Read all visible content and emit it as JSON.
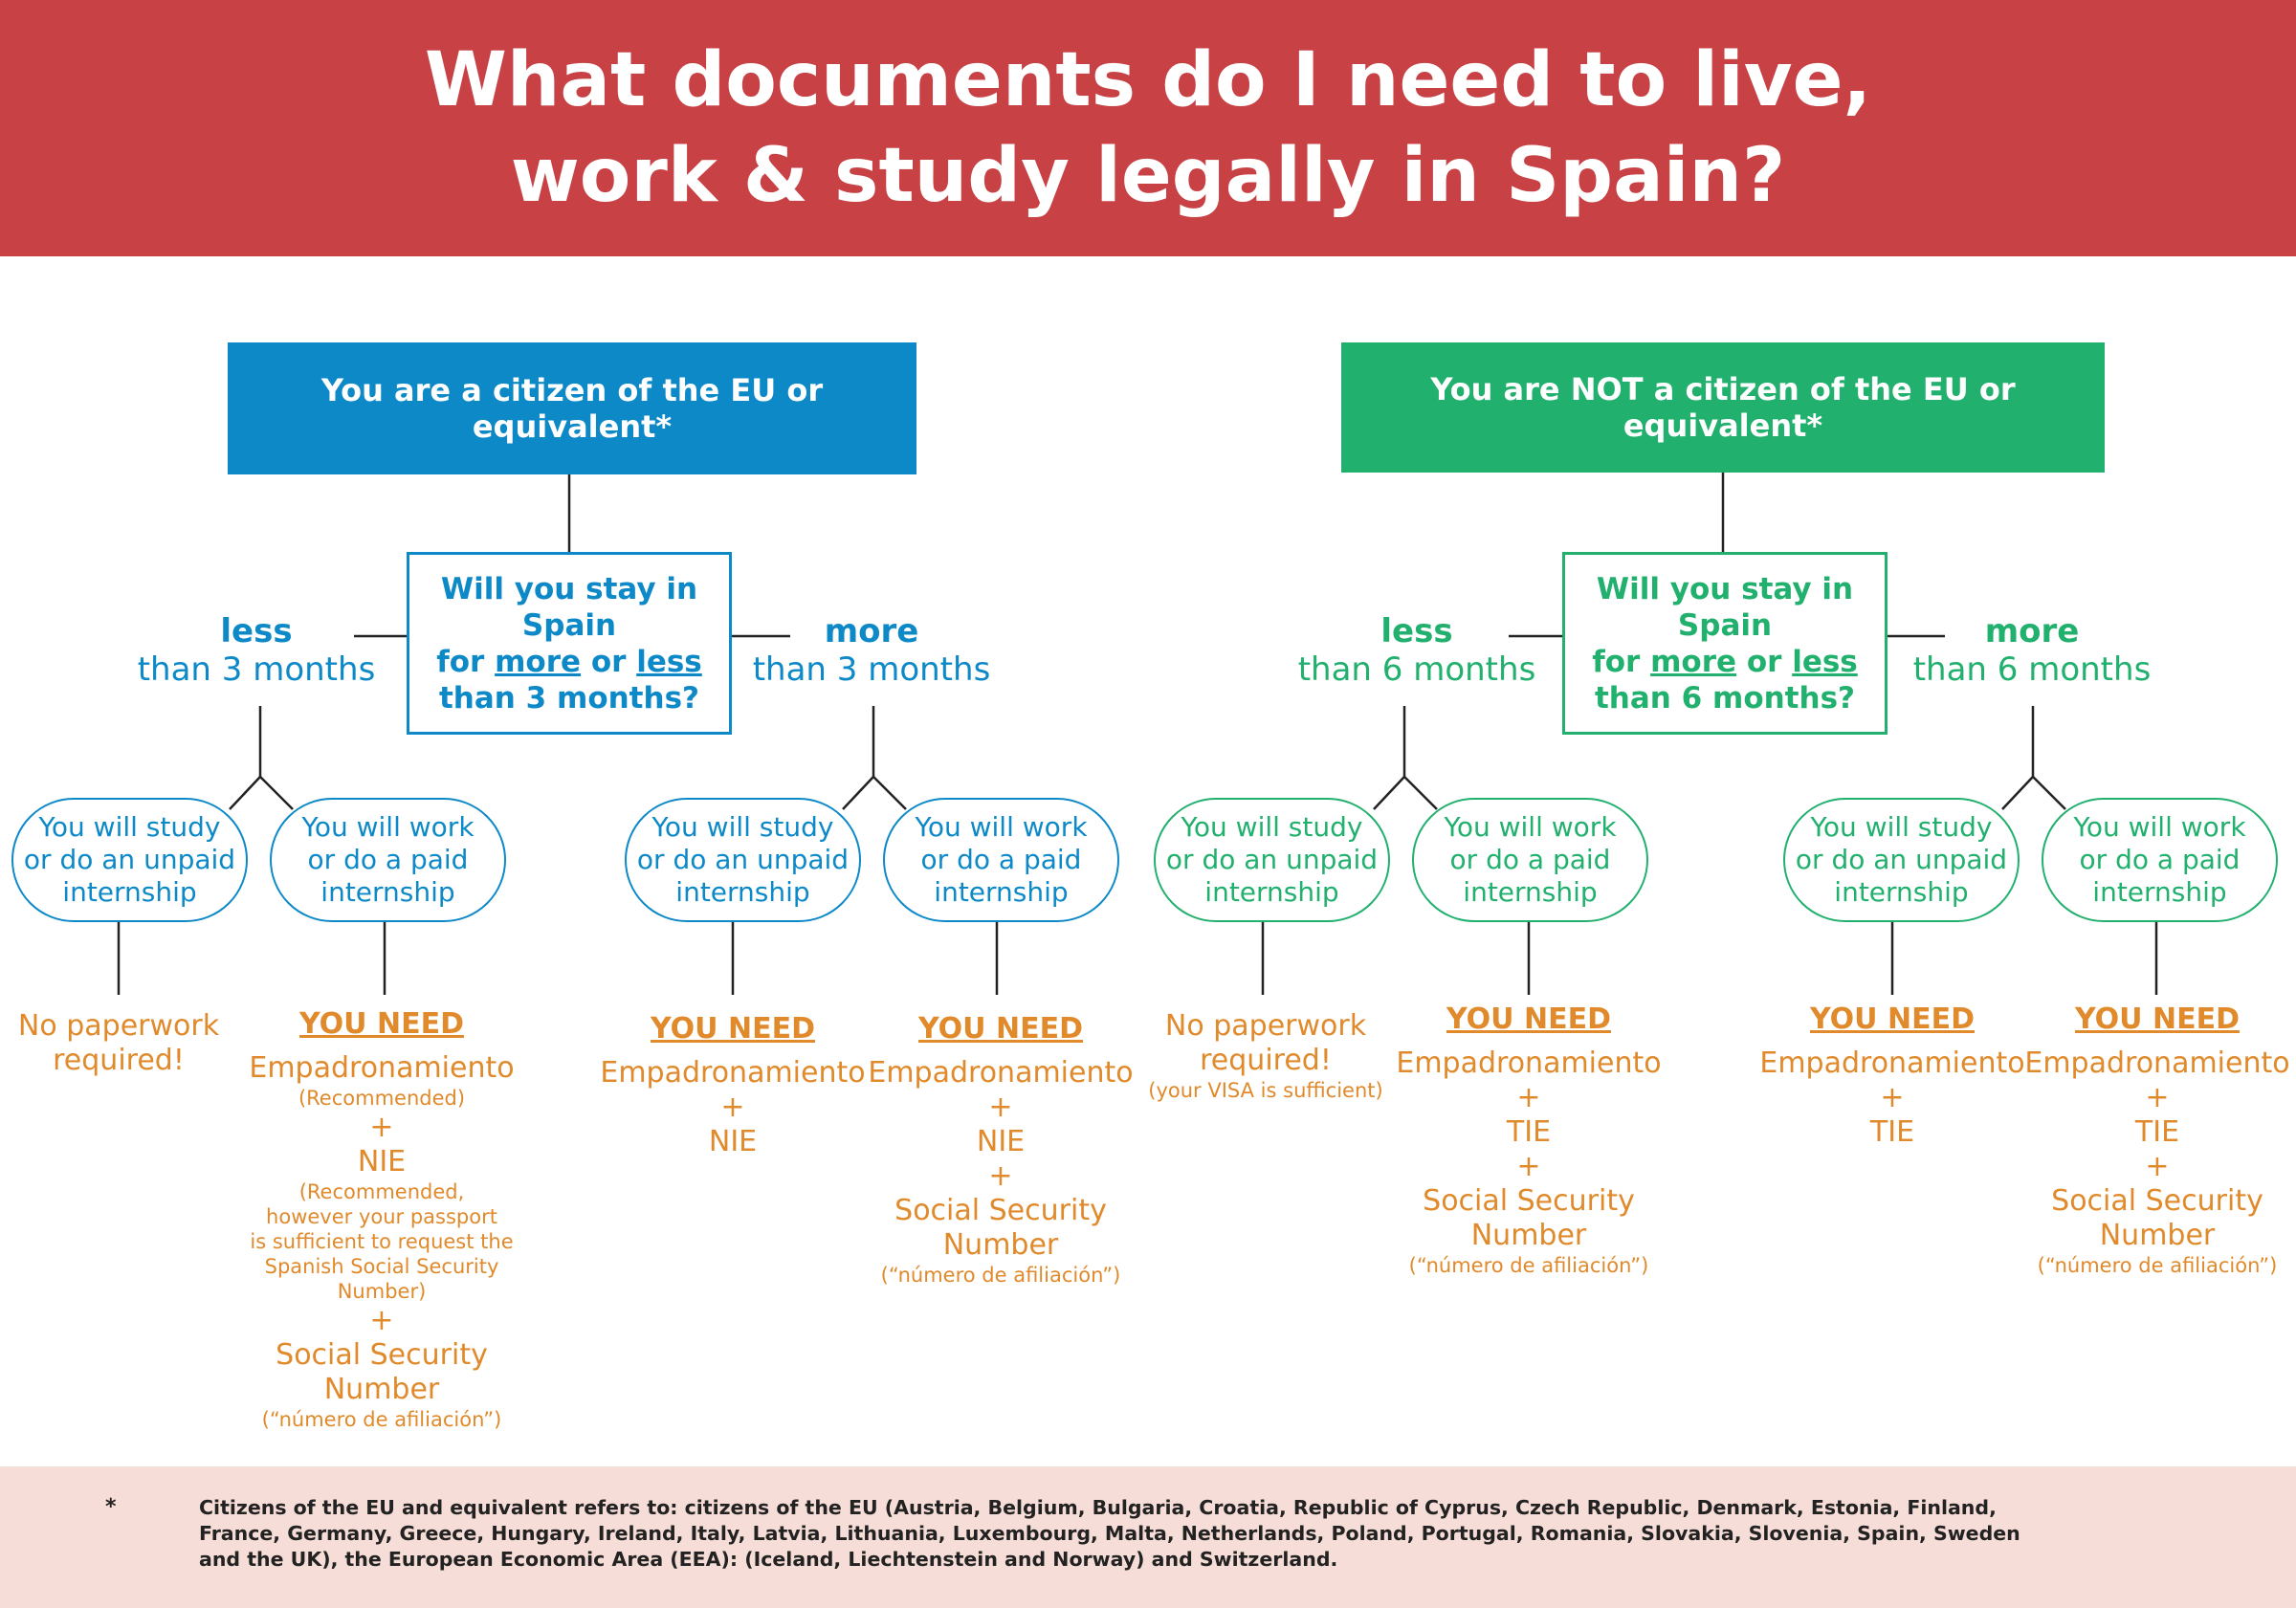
{
  "title_line1": "What documents do I need to live,",
  "title_line2": "work & study legally in Spain?",
  "eu": {
    "heading": "You are a citizen of the EU or equivalent*",
    "question": {
      "a": "Will you stay in Spain",
      "b1": "for ",
      "more": "more",
      "or": " or ",
      "less": "less",
      "c": "than 3 months?"
    },
    "less": {
      "k": "less",
      "t": "than 3 months"
    },
    "more": {
      "k": "more",
      "t": "than 3 months"
    },
    "study_pill": "You will study\nor do an unpaid\ninternship",
    "work_pill": "You will work\nor do a paid\ninternship",
    "r1": {
      "a": "No paperwork",
      "b": "required!"
    },
    "r2": {
      "need": "YOU NEED",
      "empad": "Empadronamiento",
      "empad_note": "(Recommended)",
      "plus": "+",
      "nie": "NIE",
      "nie_n1": "(Recommended,",
      "nie_n2": "however your passport",
      "nie_n3": "is sufficient to request the",
      "nie_n4": "Spanish Social Security Number)",
      "ss1": "Social Security",
      "ss2": "Number",
      "ss_note": "(“número de afiliación”)"
    },
    "r3": {
      "need": "YOU NEED",
      "empad": "Empadronamiento",
      "plus": "+",
      "nie": "NIE"
    },
    "r4": {
      "need": "YOU NEED",
      "empad": "Empadronamiento",
      "plus": "+",
      "nie": "NIE",
      "ss1": "Social Security",
      "ss2": "Number",
      "ss_note": "(“número de afiliación”)"
    }
  },
  "noneu": {
    "heading": "You are NOT a citizen of the EU or equivalent*",
    "question": {
      "a": "Will you stay in Spain",
      "b1": "for ",
      "more": "more",
      "or": " or ",
      "less": "less",
      "c": "than 6 months?"
    },
    "less": {
      "k": "less",
      "t": "than 6 months"
    },
    "more": {
      "k": "more",
      "t": "than 6 months"
    },
    "study_pill": "You will study\nor do an unpaid\ninternship",
    "work_pill": "You will work\nor do a paid\ninternship",
    "r5": {
      "a": "No paperwork",
      "b": "required!",
      "note": "(your VISA is sufficient)"
    },
    "r6": {
      "need": "YOU NEED",
      "empad": "Empadronamiento",
      "plus": "+",
      "tie": "TIE",
      "ss1": "Social Security",
      "ss2": "Number",
      "ss_note": "(“número de afiliación”)"
    },
    "r7": {
      "need": "YOU NEED",
      "empad": "Empadronamiento",
      "plus": "+",
      "tie": "TIE"
    },
    "r8": {
      "need": "YOU NEED",
      "empad": "Empadronamiento",
      "plus": "+",
      "tie": "TIE",
      "ss1": "Social Security",
      "ss2": "Number",
      "ss_note": "(“número de afiliación”)"
    }
  },
  "footer": {
    "star": "*",
    "note": "Citizens of the EU and equivalent refers to: citizens of the EU (Austria, Belgium, Bulgaria, Croatia, Republic of Cyprus, Czech Republic, Denmark, Estonia, Finland, France, Germany, Greece, Hungary, Ireland, Italy, Latvia, Lithuania, Luxembourg, Malta, Netherlands, Poland, Portugal, Romania, Slovakia, Slovenia, Spain, Sweden and the UK), the European Economic Area (EEA): (Iceland, Liechtenstein and Norway) and Switzerland."
  },
  "colors": {
    "header": "#c84145",
    "eu": "#0d89c8",
    "noneu": "#21b06d",
    "result": "#e08a2c",
    "footer": "#f7ddd7"
  }
}
